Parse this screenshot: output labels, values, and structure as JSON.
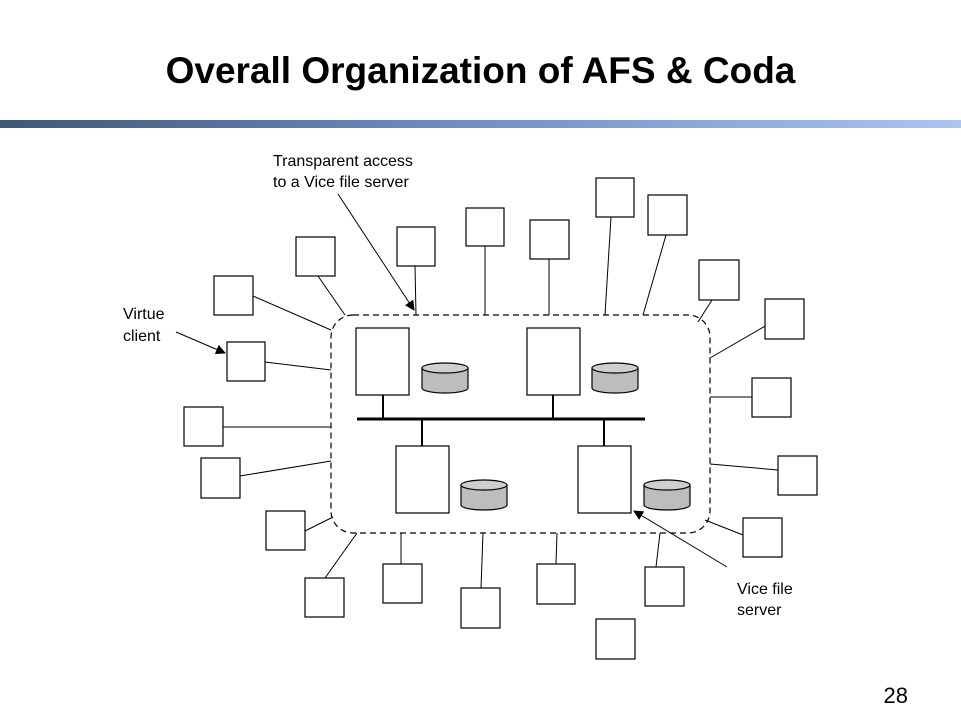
{
  "slide": {
    "title": "Overall Organization of AFS & Coda",
    "page_number": "28"
  },
  "diagram": {
    "labels": {
      "transparent_access_line1": "Transparent access",
      "transparent_access_line2": "to a Vice file server",
      "virtue_client_line1": "Virtue",
      "virtue_client_line2": "client",
      "vice_server_line1": "Vice file",
      "vice_server_line2": "server"
    },
    "colors": {
      "disk_fill": "#bdbdbd",
      "rule_dark": "#3f5878",
      "rule_light": "#aac6f0"
    }
  }
}
